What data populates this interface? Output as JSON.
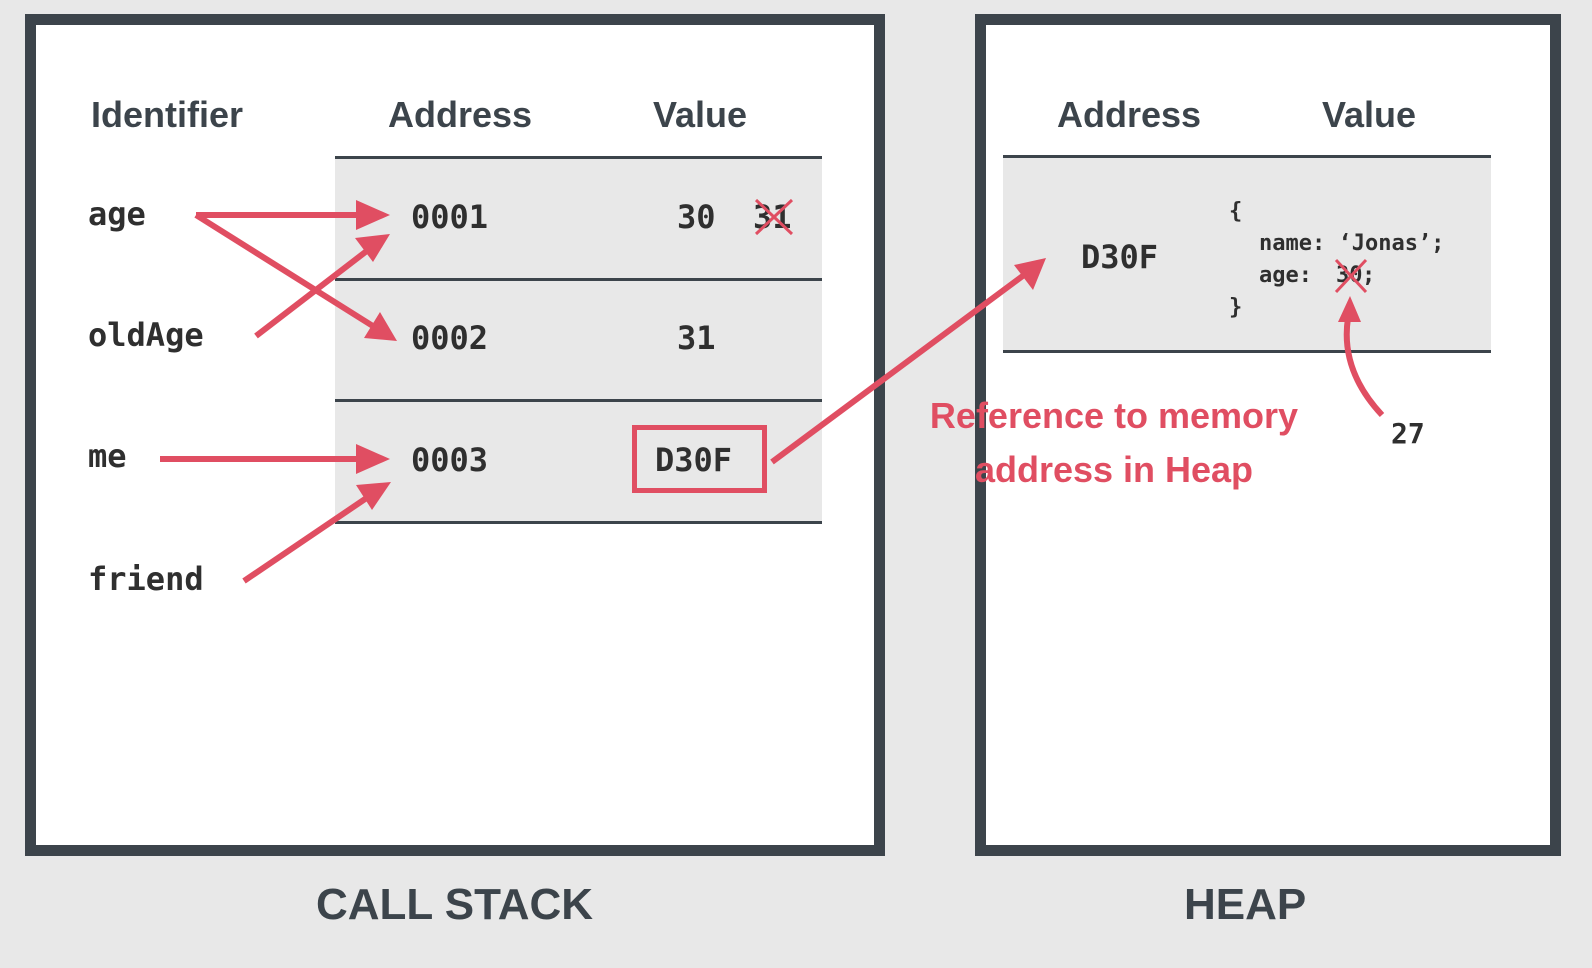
{
  "call_stack": {
    "title": "CALL STACK",
    "headers": {
      "identifier": "Identifier",
      "address": "Address",
      "value": "Value"
    },
    "identifiers": [
      "age",
      "oldAge",
      "me",
      "friend"
    ],
    "rows": [
      {
        "address": "0001",
        "value": "30",
        "old_value": "31"
      },
      {
        "address": "0002",
        "value": "31"
      },
      {
        "address": "0003",
        "value": "D30F"
      }
    ]
  },
  "heap": {
    "title": "HEAP",
    "headers": {
      "address": "Address",
      "value": "Value"
    },
    "rows": [
      {
        "address": "D30F",
        "object": {
          "open": "{",
          "name_line": "name: ‘Jonas’;",
          "age_key": "age:",
          "age_old": "30",
          "age_end": ";",
          "close": "}"
        }
      }
    ],
    "new_age_value": "27"
  },
  "annotation": {
    "line1": "Reference to memory",
    "line2": "address in Heap"
  },
  "colors": {
    "accent": "#e04e62",
    "frame": "#3c444b",
    "row_background": "#e8e8e8",
    "page_background": "#e8e8e8"
  }
}
